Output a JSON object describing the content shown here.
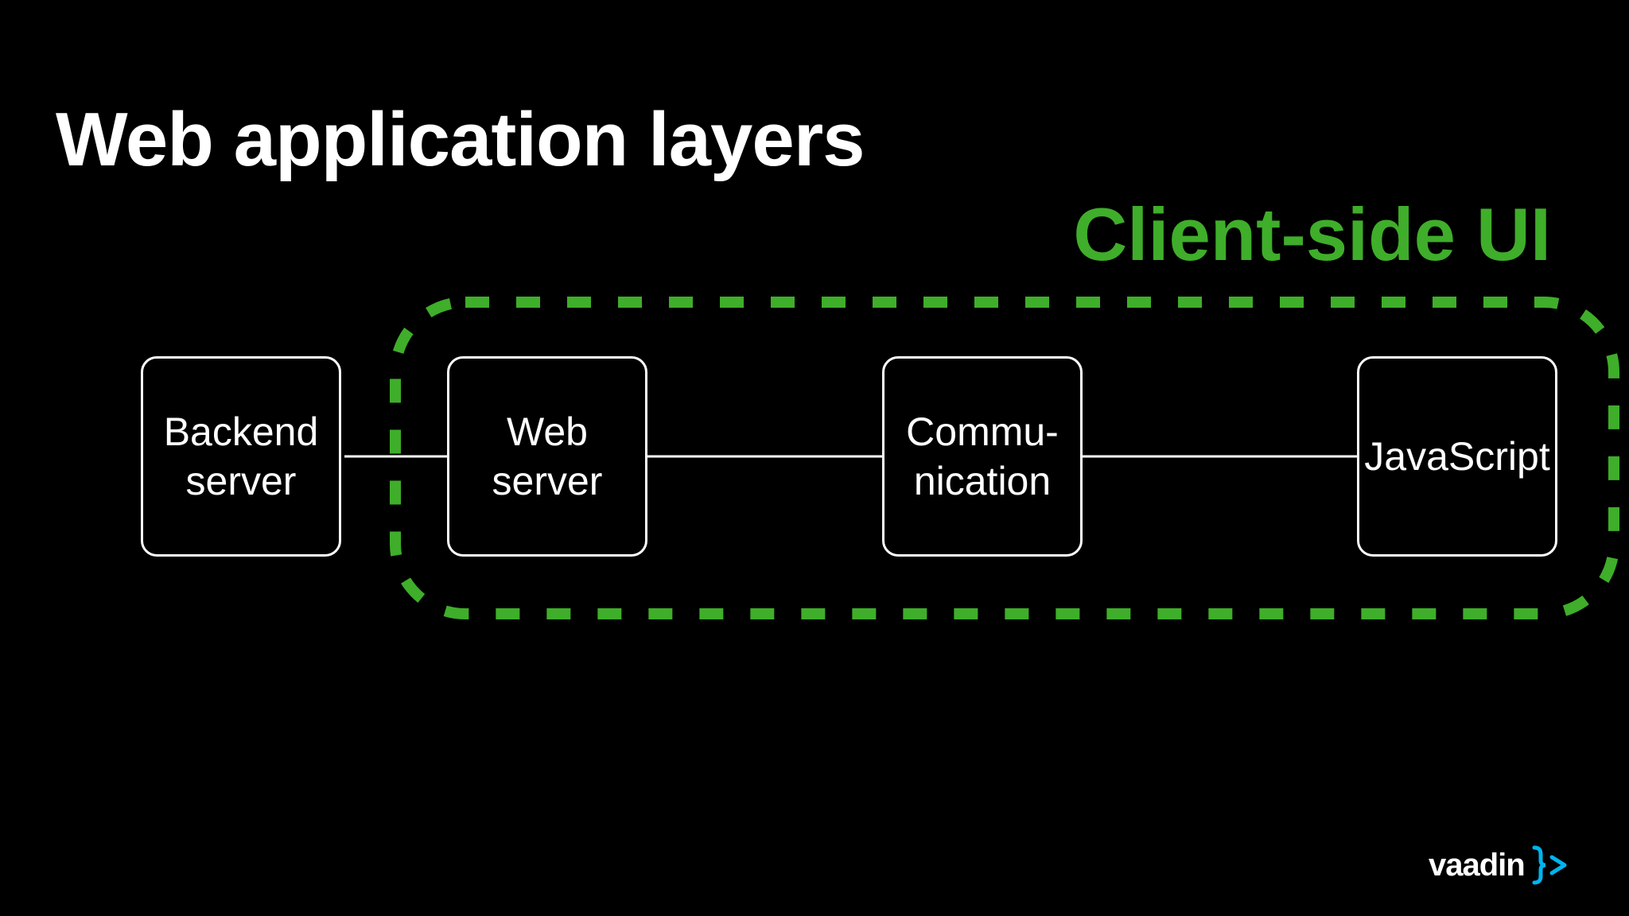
{
  "slide": {
    "title": "Web application layers"
  },
  "group": {
    "label": "Client-side UI",
    "color": "#3fae2a"
  },
  "nodes": [
    {
      "line1": "Backend",
      "line2": "server"
    },
    {
      "line1": "Web",
      "line2": "server"
    },
    {
      "line1": "Commu-",
      "line2": "nication"
    },
    {
      "line1": "JavaScript",
      "line2": ""
    }
  ],
  "logo": {
    "text": "vaadin",
    "mark_color": "#00b4f0"
  }
}
